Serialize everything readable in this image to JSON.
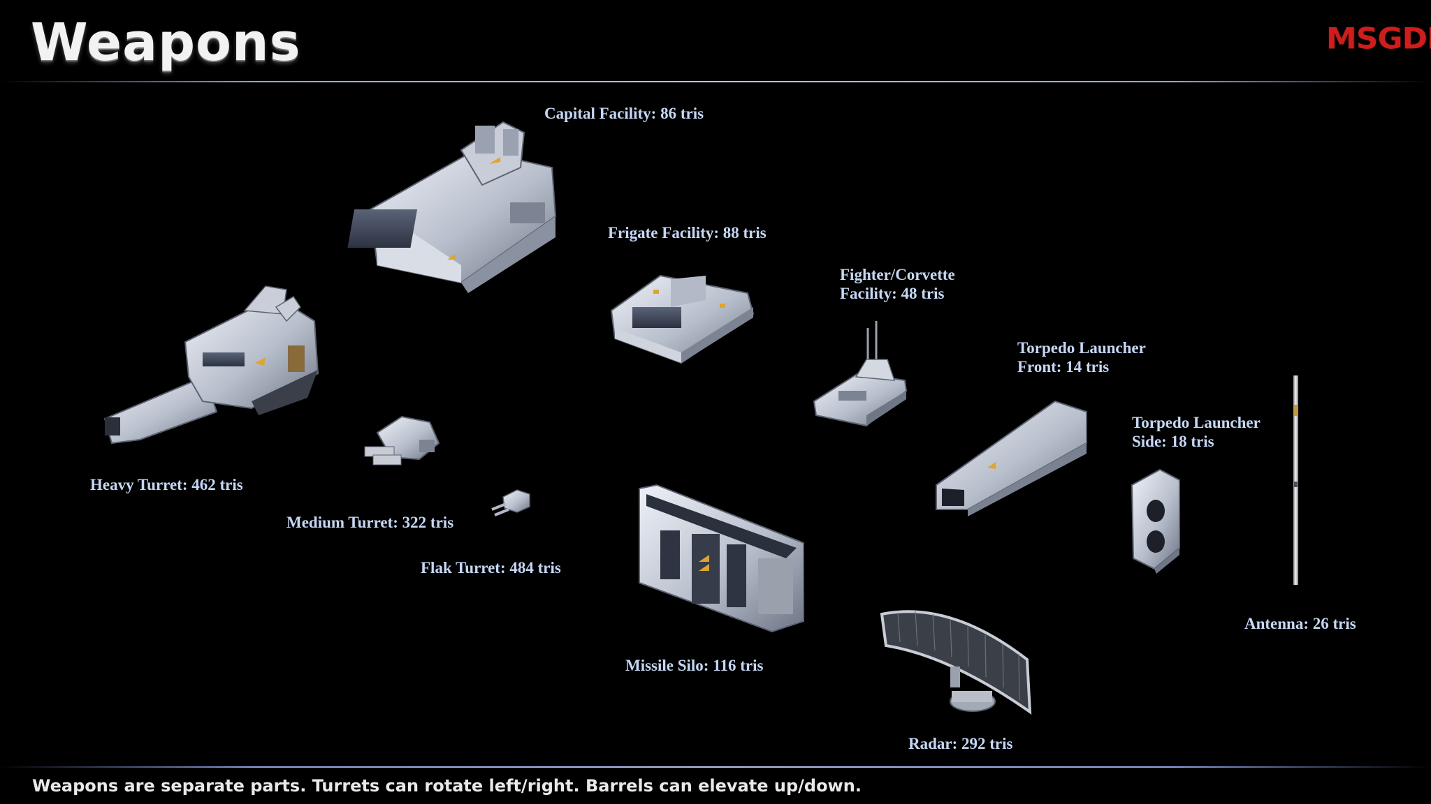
{
  "header": {
    "title": "Weapons",
    "logo_text": "MSGDI",
    "logo_color": "#d21b1b",
    "accent_line_color": "#9fb0ee"
  },
  "parts": [
    {
      "label_1": "Capital Facility: 86 tris"
    },
    {
      "label_1": "Frigate Facility: 88 tris"
    },
    {
      "label_1": "Fighter/Corvette",
      "label_2": "Facility: 48 tris"
    },
    {
      "label_1": "Torpedo Launcher",
      "label_2": "Front: 14 tris"
    },
    {
      "label_1": "Torpedo Launcher",
      "label_2": "Side: 18 tris"
    },
    {
      "label_1": "Heavy Turret: 462 tris"
    },
    {
      "label_1": "Medium Turret: 322 tris"
    },
    {
      "label_1": "Flak Turret: 484 tris"
    },
    {
      "label_1": "Missile Silo: 116 tris"
    },
    {
      "label_1": "Antenna: 26 tris"
    },
    {
      "label_1": "Radar: 292 tris"
    }
  ],
  "footer": {
    "note": "Weapons are separate parts. Turrets can rotate left/right. Barrels can elevate up/down."
  }
}
